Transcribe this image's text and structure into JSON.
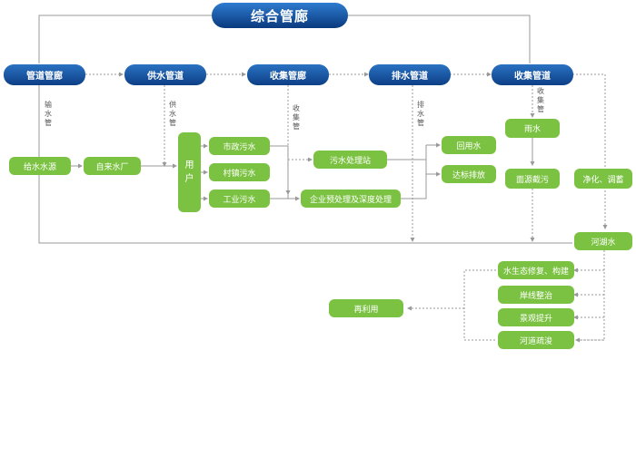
{
  "title": "综合管廊",
  "blue_nodes": [
    "管道管廊",
    "供水管道",
    "收集管廊",
    "排水管道",
    "收集管道"
  ],
  "green_nodes": {
    "jsy": "给水水源",
    "zls": "自来水厂",
    "yonghu": "用户",
    "szws": "市政污水",
    "czws": "村镇污水",
    "gyws": "工业污水",
    "wsclz": "污水处理站",
    "qyycl": "企业预处理及深度处理",
    "hys": "回用水",
    "dbpf": "达标排放",
    "yushui": "雨水",
    "mygw": "面源截污",
    "jhtx": "净化、调蓄",
    "hhs": "河湖水",
    "stxf": "水生态修复、构建",
    "axzz": "岸线整治",
    "jgts": "景观提升",
    "hdsj": "河道疏浚",
    "zly": "再利用"
  },
  "pipe_labels": {
    "shuishuiguan": "输水管",
    "gongshuiguan": "供水管",
    "shoujiguan1": "收集管",
    "paishuiguan": "排水管",
    "shoujiguan2": "收集管"
  }
}
